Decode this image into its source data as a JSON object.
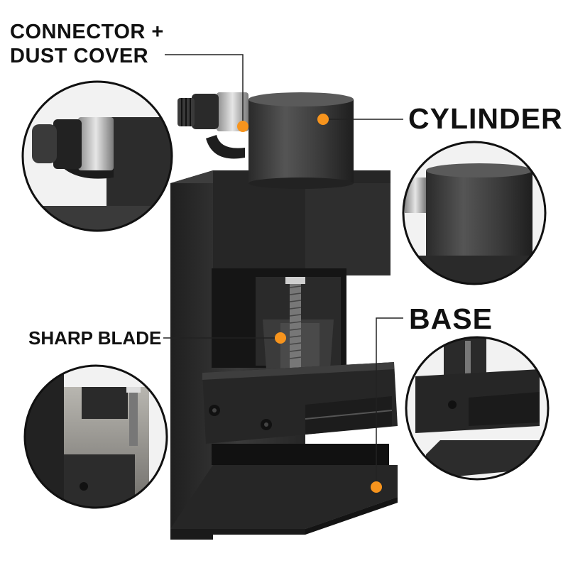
{
  "labels": {
    "connector_line1": "CONNECTOR +",
    "connector_line2": "DUST COVER",
    "cylinder": "CYLINDER",
    "sharp_blade": "SHARP BLADE",
    "base": "BASE"
  },
  "colors": {
    "marker": "#f7941d",
    "body": "#2b2b2b",
    "text": "#111111"
  },
  "icons": [
    "orange-dot-marker"
  ]
}
